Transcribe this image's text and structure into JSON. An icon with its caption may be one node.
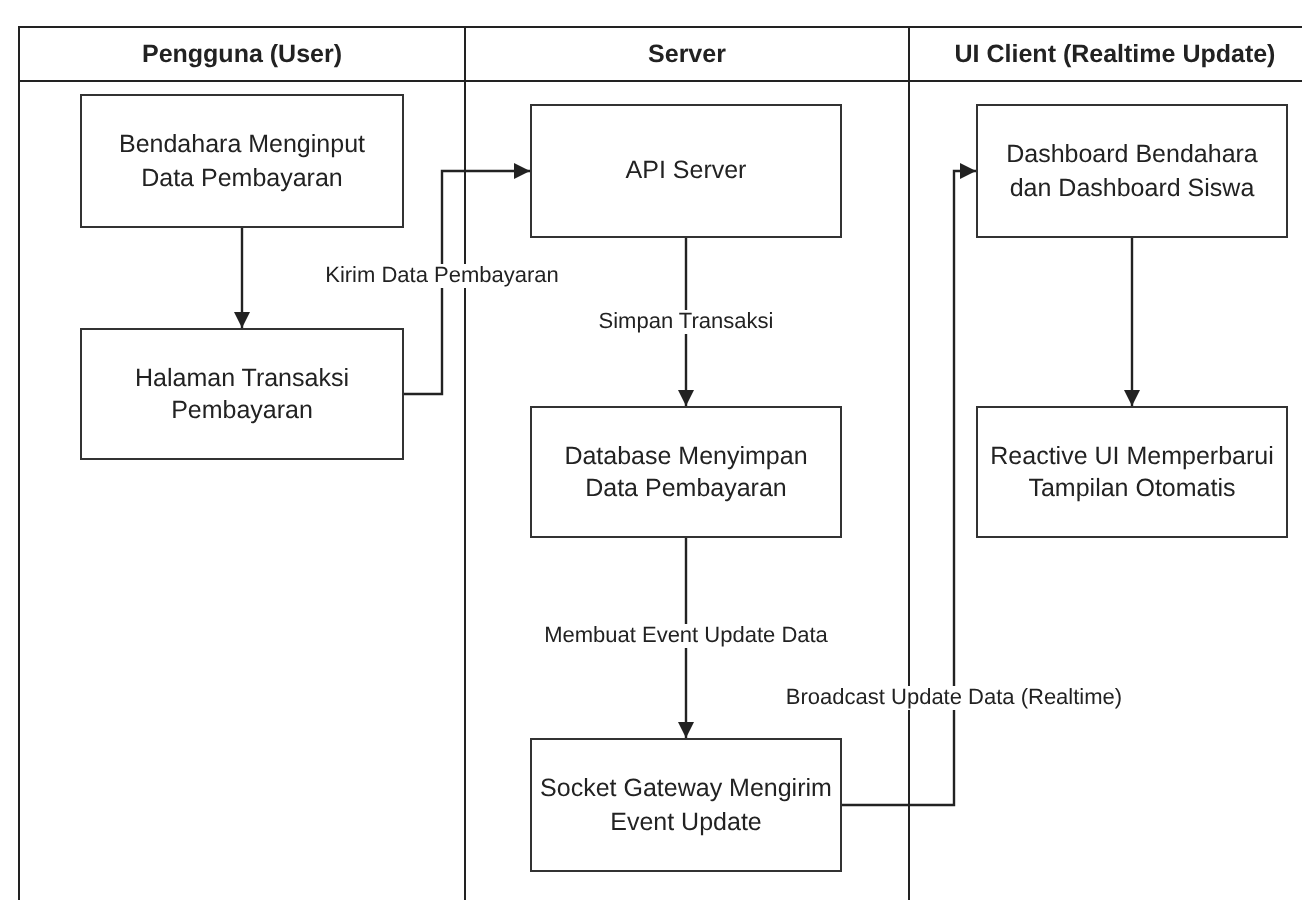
{
  "diagram": {
    "nodes": [
      {
        "text": [
          "Pengguna (User)"
        ]
      },
      {
        "text": [
          "Server"
        ]
      },
      {
        "text": [
          "UI Client (Realtime Update)"
        ]
      },
      {
        "text": [
          "Bendahara Menginput Data Pembayaran"
        ],
        "in": 0
      },
      {
        "text": [
          "Halaman Transaksi Pembayaran"
        ],
        "in": 0
      },
      {
        "text": [
          "API Server"
        ],
        "in": 1
      },
      {
        "text": [
          "Database Menyimpan Data Pembayaran"
        ],
        "in": 1
      },
      {
        "text": [
          "Socket Gateway Mengirim Event Update"
        ],
        "in": 1
      },
      {
        "text": [
          "Dashboard Bendahara dan Dashboard Siswa"
        ],
        "in": 2
      },
      {
        "text": [
          "Reactive UI Memperbarui Tampilan Otomatis"
        ],
        "in": 2
      }
    ],
    "edges": [
      {
        "from": 3,
        "to": 4,
        "arrow": "to"
      },
      {
        "from": 4,
        "to": 5,
        "arrow": "to",
        "label": "Kirim Data Pembayaran"
      },
      {
        "from": 5,
        "to": 6,
        "arrow": "to",
        "label": "Simpan Transaksi"
      },
      {
        "from": 6,
        "to": 7,
        "arrow": "to",
        "label": "Membuat Event Update Data"
      },
      {
        "from": 7,
        "to": 8,
        "arrow": "to",
        "label": "Broadcast Update Data (Realtime)"
      },
      {
        "from": 8,
        "to": 9,
        "arrow": "to"
      }
    ]
  }
}
